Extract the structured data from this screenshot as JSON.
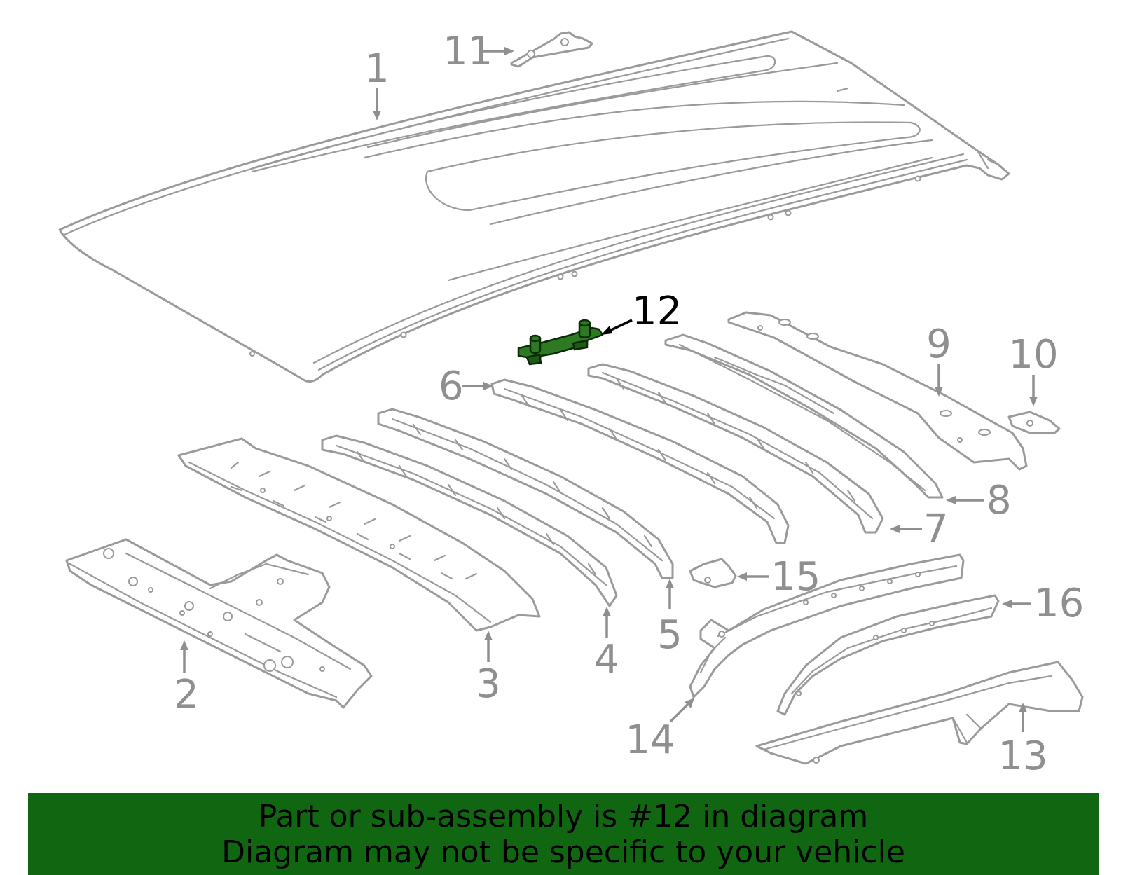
{
  "callouts": {
    "c1": "1",
    "c2": "2",
    "c3": "3",
    "c4": "4",
    "c5": "5",
    "c6": "6",
    "c7": "7",
    "c8": "8",
    "c9": "9",
    "c10": "10",
    "c11": "11",
    "c12": "12",
    "c13": "13",
    "c14": "14",
    "c15": "15",
    "c16": "16"
  },
  "highlighted_part": "12",
  "colors": {
    "highlight": "#2d7a22",
    "banner": "#116611",
    "line": "#9a9a9a"
  },
  "banner": {
    "line1": "Part or sub-assembly is #12 in diagram",
    "line2": "Diagram may not be specific to your vehicle"
  }
}
